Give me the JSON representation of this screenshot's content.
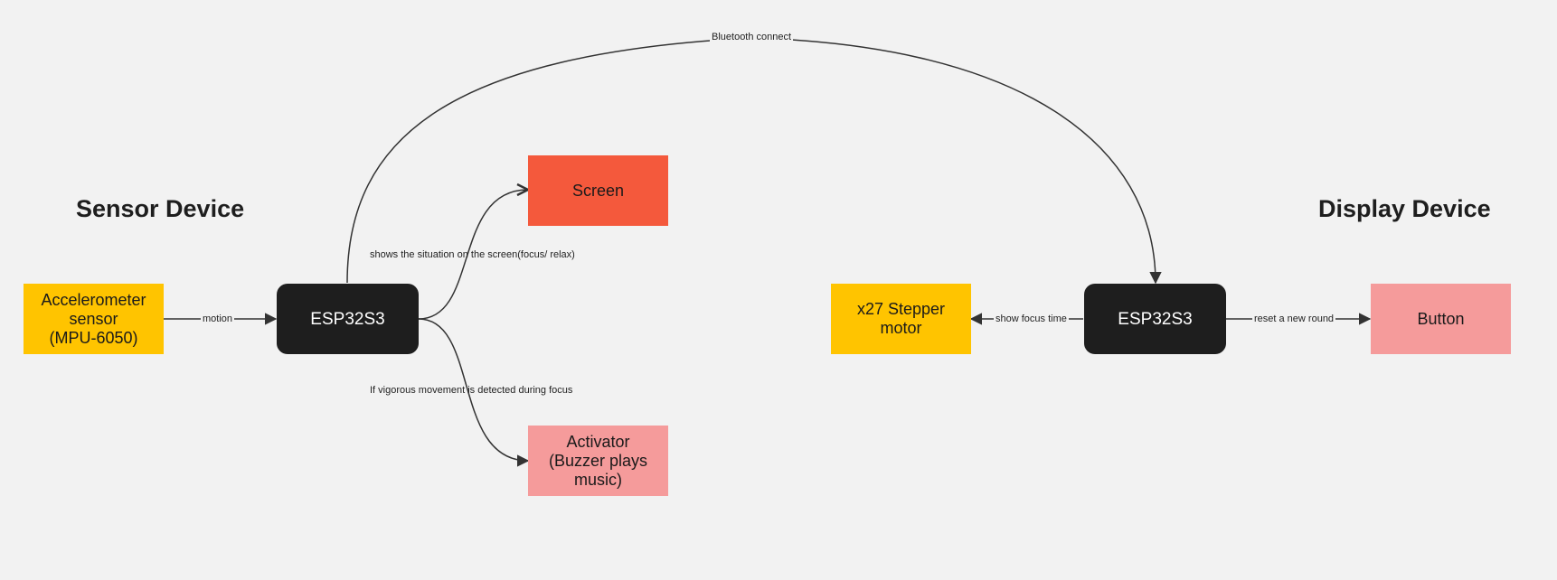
{
  "groups": {
    "sensor_title": "Sensor Device",
    "display_title": "Display Device"
  },
  "nodes": {
    "accelerometer": "Accelerometer\nsensor\n(MPU-6050)",
    "esp32_sensor": "ESP32S3",
    "screen": "Screen",
    "activator": "Activator\n(Buzzer plays\nmusic)",
    "stepper": "x27 Stepper\nmotor",
    "esp32_display": "ESP32S3",
    "button": "Button"
  },
  "edges": {
    "motion": "motion",
    "bluetooth": "Bluetooth connect",
    "shows_screen": "shows the situation on the screen(focus/ relax)",
    "vigorous": "If vigorous movement is detected during focus",
    "show_focus_time": "show focus time",
    "reset_round": "reset a new round"
  },
  "colors": {
    "dark_node": "#1e1e1e",
    "yellow_node": "#ffc400",
    "orange_node": "#f4593c",
    "pink_node": "#f59b9b",
    "background": "#f2f2f2",
    "line": "#333333"
  }
}
